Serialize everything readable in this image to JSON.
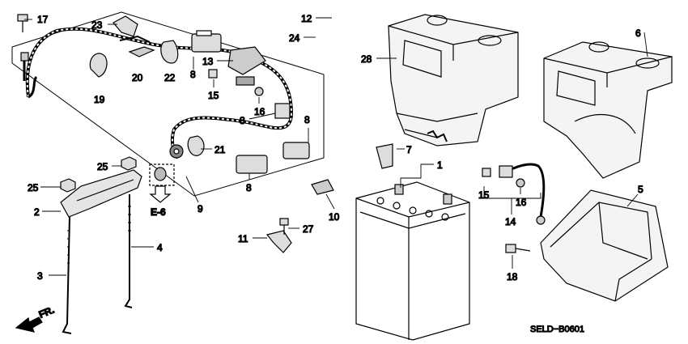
{
  "diagram": {
    "code": "SELD−B0601",
    "ref_label": "E-6",
    "direction_label": "FR.",
    "callouts": {
      "c1": "1",
      "c2": "2",
      "c3": "3",
      "c4": "4",
      "c5": "5",
      "c6": "6",
      "c7": "7",
      "c8a": "8",
      "c8b": "8",
      "c8c": "8",
      "c8d": "8",
      "c9": "9",
      "c10": "10",
      "c11": "11",
      "c12": "12",
      "c13": "13",
      "c14": "14",
      "c15a": "15",
      "c15b": "15",
      "c16a": "16",
      "c16b": "16",
      "c17": "17",
      "c18": "18",
      "c19": "19",
      "c20": "20",
      "c21": "21",
      "c22": "22",
      "c23": "23",
      "c24": "24",
      "c25a": "25",
      "c25b": "25",
      "c27": "27",
      "c28": "28"
    }
  }
}
